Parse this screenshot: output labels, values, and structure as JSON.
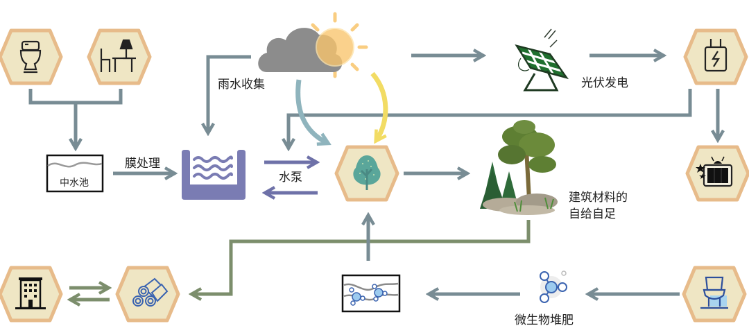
{
  "title": "",
  "colors": {
    "hex_fill": "#efe6c4",
    "hex_border": "#e7bb8a",
    "arrow_gray": "#788c94",
    "arrow_green": "#7c8e6c",
    "arrow_purple": "#6e71a8",
    "arrow_teal": "#8fb4bd",
    "arrow_yellow": "#f2dc64",
    "pool": "#7a7cb3",
    "cloud": "#8c8c8c",
    "sun": "#f9c56c",
    "solar_green": "#1f6f2e",
    "microbe_blue": "#3a63b0",
    "tree_teal": "#5aa69a"
  },
  "nodes": {
    "toilet": {
      "icon": "toilet-icon"
    },
    "furniture": {
      "icon": "desk-lamp-icon"
    },
    "greywater_pool": {
      "label": "中水池",
      "icon": "greywater-pool-icon"
    },
    "membrane": {
      "label": "膜处理"
    },
    "water_tank": {
      "icon": "water-tank-icon"
    },
    "rain": {
      "label": "雨水收集",
      "icon": "cloud-sun-icon"
    },
    "pump": {
      "label": "水泵"
    },
    "tree": {
      "icon": "tree-icon"
    },
    "solar": {
      "label": "光伏发电",
      "icon": "solar-panel-icon"
    },
    "power": {
      "icon": "power-plug-icon"
    },
    "tv": {
      "icon": "tv-icon"
    },
    "forest": {
      "label_line1": "建筑材料的",
      "label_line2": "自给自足",
      "icon": "forest-icon"
    },
    "building": {
      "icon": "building-icon"
    },
    "timber": {
      "icon": "timber-logs-icon"
    },
    "soil": {
      "icon": "soil-microbe-icon"
    },
    "compost": {
      "label": "微生物堆肥",
      "icon": "microbe-icon"
    },
    "compost_toilet": {
      "icon": "compost-toilet-icon"
    }
  }
}
